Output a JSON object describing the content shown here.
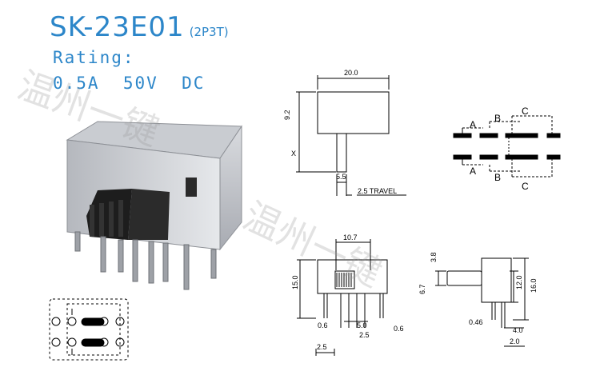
{
  "header": {
    "model": "SK-23E01",
    "model_suffix": "(2P3T)",
    "rating_label": "Rating:",
    "rating_value": "0.5A  50V  DC"
  },
  "watermark": {
    "text_a": "温州一键",
    "text_b": "温州一键"
  },
  "top_dims": {
    "width": "20.0",
    "height": "9.2",
    "x": "X",
    "stem": "5.5",
    "travel": "2.5 TRAVEL"
  },
  "front_dims": {
    "width": "10.7",
    "height": "15.0",
    "pin_a": "0.6",
    "pin_b": "5.0",
    "pin_c": "2.5",
    "pin_d": "0.6",
    "pitch": "2.5"
  },
  "side_dims": {
    "top": "3.8",
    "mid": "6.7",
    "h1": "12.0",
    "h2": "16.0",
    "pin": "0.46",
    "w1": "4.0",
    "w2": "2.0"
  },
  "schematic": {
    "label_a": "A",
    "label_b": "B",
    "label_c": "C"
  },
  "colors": {
    "accent": "#2c86c9",
    "line": "#000000"
  }
}
